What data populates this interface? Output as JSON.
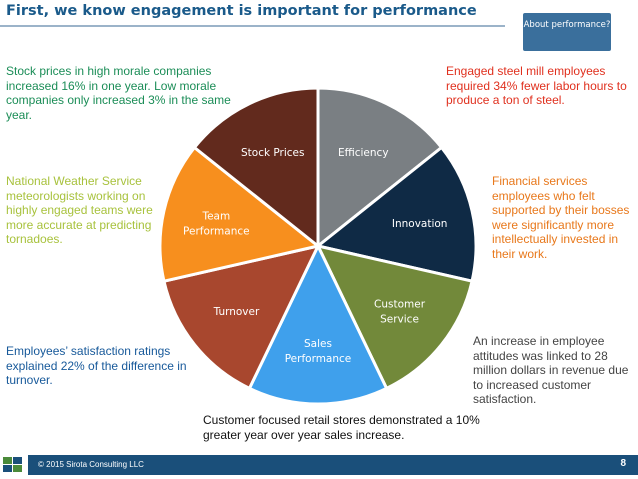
{
  "header": {
    "title": "First, we know engagement is important for performance",
    "about_button": "About performance?"
  },
  "notes": {
    "stock": "Stock prices in high morale companies increased 16% in one year.  Low morale companies only increased 3% in the same year.",
    "efficiency": "Engaged steel mill employees required 34% fewer labor hours to produce a ton of steel.",
    "weather": "National Weather Service meteorologists working on highly engaged teams were more accurate at predicting tornadoes.",
    "financial": "Financial services employees who felt supported by their bosses were significantly more intellectually invested in their work.",
    "employees": "Employees’ satisfaction ratings explained 22% of the difference in turnover.",
    "attitudes": "An increase in employee attitudes was linked to 28 million dollars in revenue due to increased customer satisfaction.",
    "retail": "Customer focused retail stores demonstrated a 10% greater year over year sales increase."
  },
  "pie": {
    "slices": [
      {
        "lines": [
          "Efficiency"
        ],
        "color": "#7a7f83",
        "value": 1
      },
      {
        "lines": [
          "Innovation"
        ],
        "color": "#0f2a45",
        "value": 1
      },
      {
        "lines": [
          "Customer",
          "Service"
        ],
        "color": "#72893a",
        "value": 1
      },
      {
        "lines": [
          "Sales",
          "Performance"
        ],
        "color": "#3fa0ec",
        "value": 1
      },
      {
        "lines": [
          "Turnover"
        ],
        "color": "#a8472e",
        "value": 1
      },
      {
        "lines": [
          "Team",
          "Performance"
        ],
        "color": "#f78f1e",
        "value": 1
      },
      {
        "lines": [
          "Stock Prices"
        ],
        "color": "#622a1d",
        "value": 1
      }
    ]
  },
  "footer": {
    "copyright": "© 2015 Sirota Consulting LLC",
    "page_number": "8"
  }
}
